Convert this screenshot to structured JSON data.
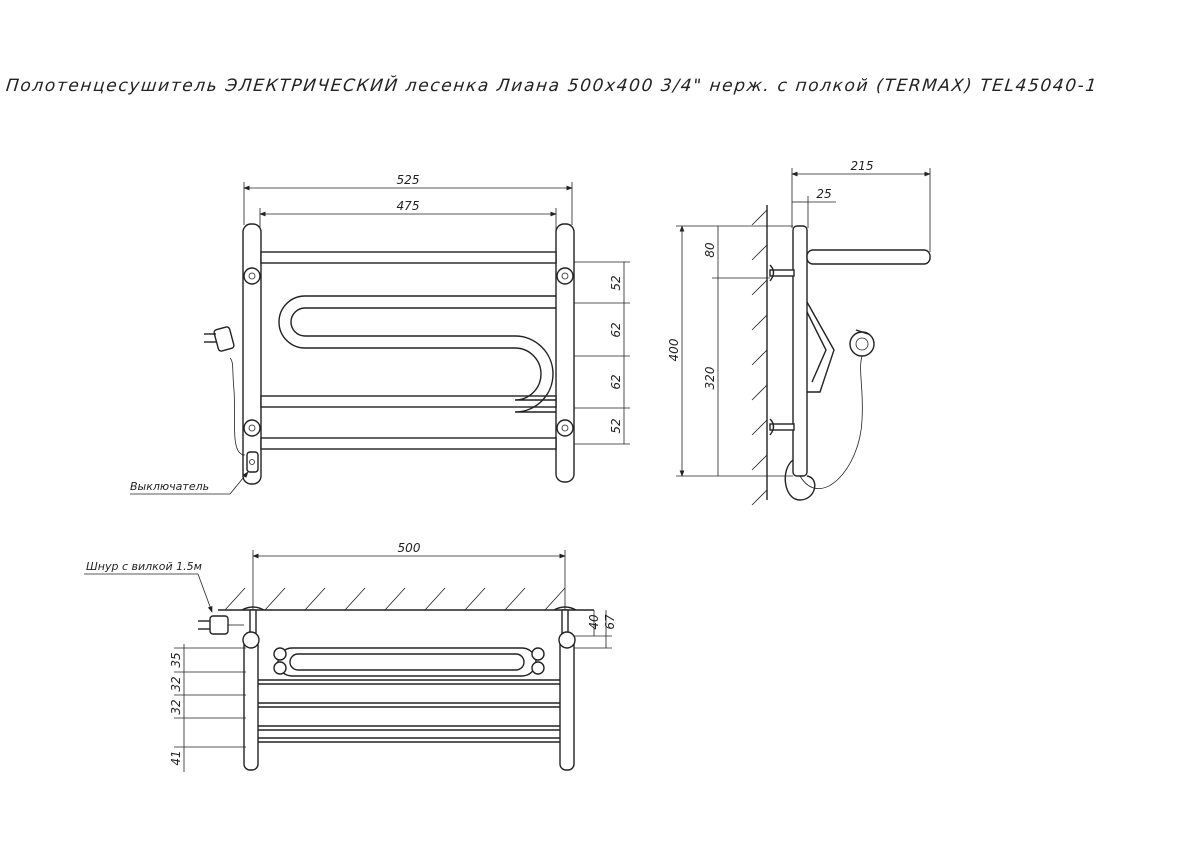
{
  "title": "Полотенцесушитель ЭЛЕКТРИЧЕСКИЙ лесенка Лиана 500х400 3/4\" нерж. с полкой (TERMAX) TEL45040-1",
  "front_view": {
    "dims": {
      "overall_width": "525",
      "inner_width": "475",
      "gap1": "52",
      "gap2": "62",
      "gap3": "62",
      "gap4": "52"
    },
    "switch_label": "Выключатель"
  },
  "side_view": {
    "dims": {
      "depth": "215",
      "mount": "25",
      "top_offset": "80",
      "height": "400",
      "lower": "320"
    }
  },
  "top_view": {
    "dims": {
      "width": "500",
      "wall_gap": "40",
      "wall_depth": "67",
      "s1": "35",
      "s2": "32",
      "s3": "32",
      "s4": "41"
    },
    "cord_label": "Шнур с вилкой 1.5м"
  }
}
